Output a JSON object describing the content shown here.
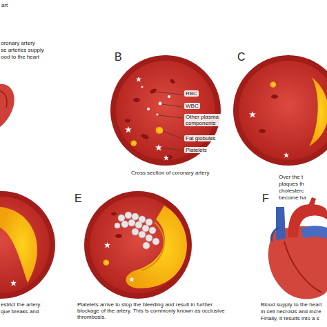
{
  "diagram": {
    "labels": [
      "art",
      "oronary artery",
      "se arteries supply",
      "ood to the heart",
      "B",
      "C",
      "RBC",
      "WBC",
      "Other plasma components",
      "Fat globules",
      "Platelets",
      "Cross section of coronary artery",
      "Over the t",
      "plaques th",
      "cholesterc",
      "become ha",
      "E",
      "F",
      "estrict the artery.",
      "que breaks and",
      "Platelets arrive to stop the bleeding and result in further blockage of the artery. This is commonly known as occlusive thrombosis.",
      "Blood supply to the heart",
      "in cell necrosis and incre",
      "Finally, it results into a s"
    ]
  }
}
